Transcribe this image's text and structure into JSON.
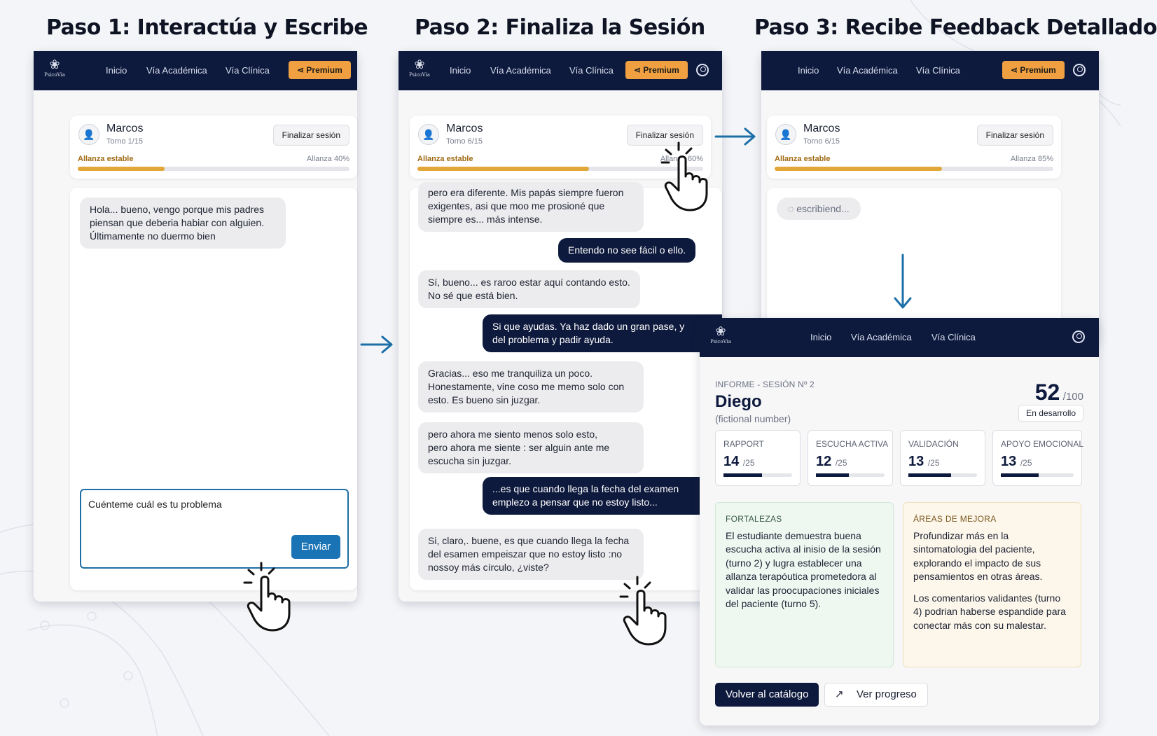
{
  "steps": [
    {
      "title": "Paso 1: Interactúa y Escribe"
    },
    {
      "title": "Paso 2: Finaliza la Sesión"
    },
    {
      "title": "Paso 3: Recibe Feedback Detallado"
    }
  ],
  "nav": {
    "logo": "PsicoVia",
    "inicio": "Inicio",
    "academica": "Vía Académica",
    "clinica": "Vía Clínica",
    "premium": "Premium"
  },
  "session1": {
    "patient": "Marcos",
    "turn": "Torno 1/15",
    "alliance_label": "Allanza estable",
    "alliance_right": "Allanza 40%",
    "alliance_value": 0.32,
    "finish": "Finalizar sesión"
  },
  "session2": {
    "patient": "Marcos",
    "turn": "Torno 6/15",
    "alliance_label": "Allanza estable",
    "alliance_right": "Allanza 60%",
    "alliance_value": 0.6,
    "finish": "Finalizar sesión"
  },
  "session3": {
    "patient": "Marcos",
    "turn": "Torno 6/15",
    "alliance_label": "Allanza estable",
    "alliance_right": "Allanza 85%",
    "alliance_value": 0.6,
    "finish": "Finalizar sesión",
    "typing": "escribiend..."
  },
  "chat1": {
    "message": "Hola... bueno, vengo porque mis padres\npiensan que deberia habiar con alguien.\nÚltimamente no duermo bien",
    "composer_text": "Cuénteme cuál es tu problema",
    "send": "Enviar"
  },
  "chat2": [
    {
      "from": "patient",
      "text": "pero era diferente. Mis papás siempre fueron\nexigentes, asi que moo me prosioné que\nsiempre es... más intense."
    },
    {
      "from": "student",
      "text": "Entendo no see fácil o ello."
    },
    {
      "from": "patient",
      "text": "Sí, bueno... es raroo estar aquí contando esto.\nNo sé que está bien."
    },
    {
      "from": "student",
      "text": "Si que ayudas. Ya haz dado un gran pase, y\ndel problema y padir ayuda."
    },
    {
      "from": "patient",
      "text": "Gracias... eso me tranquiliza un poco.\nHonestamente, vine coso me memo solo con\nesto. Es bueno sin juzgar."
    },
    {
      "from": "patient",
      "text": "pero ahora me siento menos solo esto,\npero ahora me siente : ser alguin ante me\nescucha sin juzgar."
    },
    {
      "from": "student",
      "text": "...es que cuando llega la fecha del examen\nemplezo a pensar que no estoy listo..."
    },
    {
      "from": "patient",
      "text": "Si, claro,. buene, es que  cuando llega la fecha\ndel esamen empeiszar que no estoy listo :no\nnossoy más círculo, ¿viste?"
    }
  ],
  "report": {
    "header": "INFORME - SESIÓN Nº 2",
    "name": "Diego",
    "subtitle": "(fictional number)",
    "score": "52",
    "score_of": "/100",
    "status": "En desarrollo",
    "metrics": [
      {
        "label": "RAPPORT",
        "value": "14",
        "of": "/25",
        "fraction": 0.56
      },
      {
        "label": "ESCUCHA ACTIVA",
        "value": "12",
        "of": "/25",
        "fraction": 0.48
      },
      {
        "label": "VALIDACIÓN",
        "value": "13",
        "of": "/25",
        "fraction": 0.62
      },
      {
        "label": "APOYO EMOCIONAL",
        "value": "13",
        "of": "/25",
        "fraction": 0.52
      }
    ],
    "strengths_title": "FORTALEZAS",
    "strengths_text": "El estudiante demuestra buena escucha activa al inisio de la sesión (turno 2) y lugra establecer una allanza terapóutica prometedora al validar las proocupaciones iniciales del paciente (turno 5).",
    "improve_title": "ÁREAS DE MEJORA",
    "improve_text_1": "Profundizar más en la sintomatologia del paciente, explorando el impacto de sus pensamientos en otras áreas.",
    "improve_text_2": "Los comentarios validantes (turno 4) podrian haberse espandide para conectar más con su malestar.",
    "back": "Volver al catálogo",
    "progress": "Ver progreso"
  },
  "colors": {
    "navy": "#0e1a3d",
    "premium": "#f0a040",
    "alliance": "#e3a639",
    "accent_blue": "#1a73b5"
  },
  "icons": [
    "psicovia-logo-icon",
    "share-icon",
    "user-icon",
    "avatar-icon",
    "spinner-icon",
    "trend-icon",
    "pointing-hand-icon",
    "arrow-right-icon",
    "arrow-down-icon"
  ]
}
